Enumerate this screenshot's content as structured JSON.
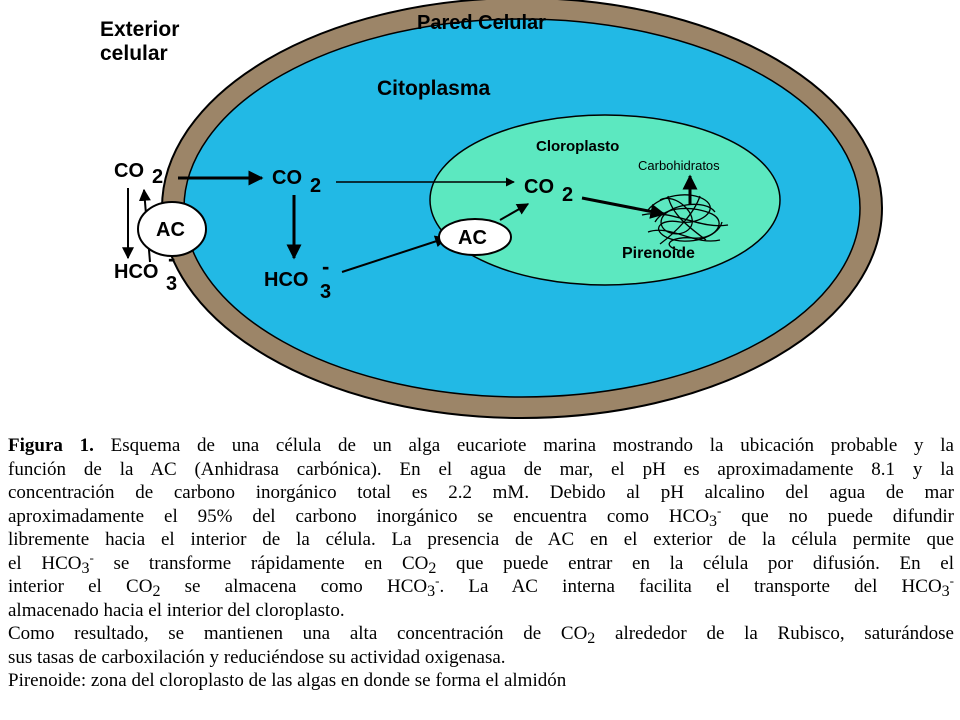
{
  "diagram": {
    "exterior_line1": "Exterior",
    "exterior_line2": "celular",
    "cell_wall": "Pared Celular",
    "cytoplasm": "Citoplasma",
    "chloroplast": "Cloroplasto",
    "carbohydrates": "Carbohidratos",
    "pyrenoid": "Pirenoide",
    "ac": "AC",
    "co": "CO",
    "hco": "HCO",
    "two": "2",
    "three": "3",
    "minus": "-",
    "colors": {
      "cell_wall": "#9c8568",
      "cytoplasm": "#22b9e5",
      "chloroplast": "#5ce8c0",
      "ac_fill": "#ffffff",
      "arrow": "#000000"
    }
  },
  "caption": {
    "fig_label": "Figura 1.",
    "p1_l1": " Esquema de una célula de un alga eucariote marina mostrando la ubicación probable y la",
    "p1_l2": "función de la AC (Anhidrasa carbónica). En el agua de mar, el pH es aproximadamente 8.1 y la",
    "p1_l3": "concentración de carbono inorgánico total es 2.2 mM. Debido al pH alcalino del agua de mar",
    "p1_l4a": "aproximadamente el 95% del carbono inorgánico se encuentra como HCO",
    "p1_l4b": " que no puede difundir",
    "p1_l5": "libremente hacia el interior de la célula. La presencia de AC en el exterior de la célula permite que",
    "p1_l6a": "el HCO",
    "p1_l6b": " se transforme rápidamente en CO",
    "p1_l6c": " que puede entrar en la célula por difusión. En el",
    "p1_l7a": "interior el CO",
    "p1_l7b": " se almacena como HCO",
    "p1_l7c": ". La AC interna facilita el transporte del HCO",
    "p1_l8": "almacenado hacia el interior del cloroplasto.",
    "p2_l1a": "Como resultado, se mantienen una alta concentración de CO",
    "p2_l1b": " alrededor de la Rubisco, saturándose",
    "p2_l2": "sus tasas de carboxilación y reduciéndose su actividad oxigenasa.",
    "p3": "Pirenoide: zona del cloroplasto de las algas en donde se forma el almidón",
    "sub2": "2",
    "sub3": "3",
    "sup_minus": "-"
  }
}
